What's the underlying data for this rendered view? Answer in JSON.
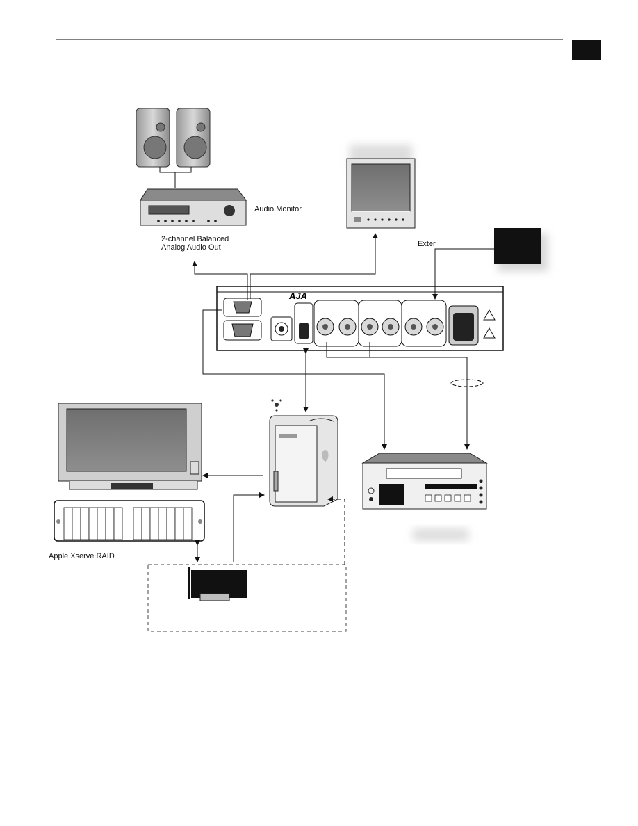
{
  "labels": {
    "audio_monitor": "Audio Monitor",
    "audio_out_line1": "2-channel Balanced",
    "audio_out_line2": "Analog Audio Out",
    "external_ref": "Exter",
    "raid": "Apple Xserve RAID",
    "aja_logo": "AJA"
  }
}
